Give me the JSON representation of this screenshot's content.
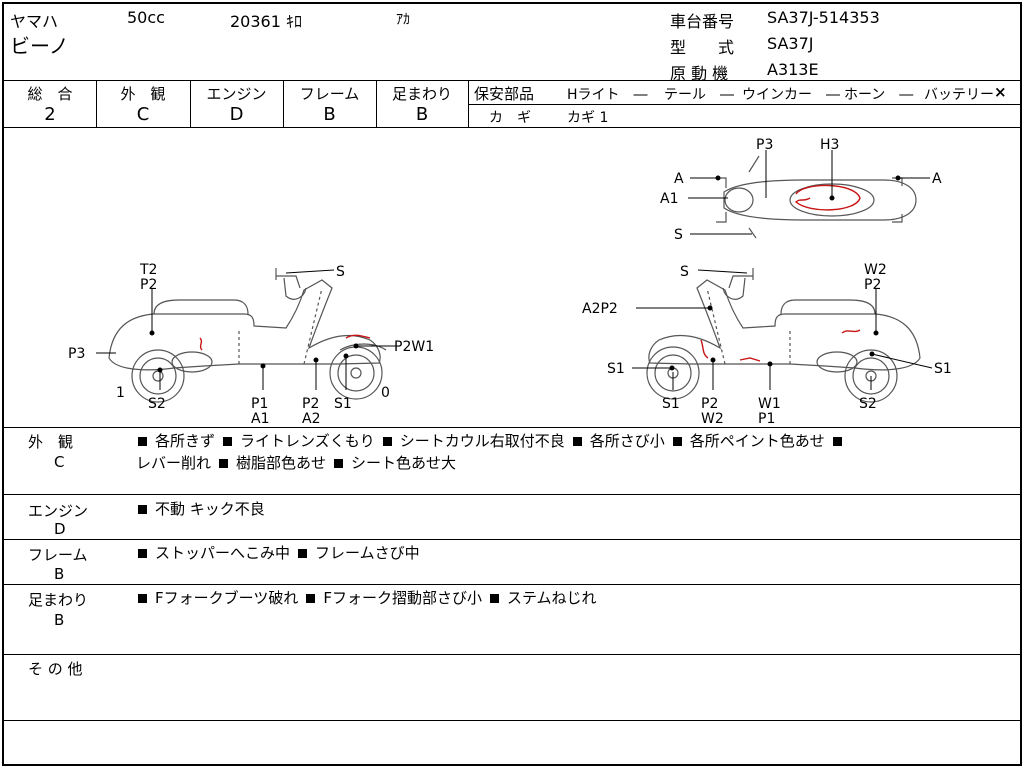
{
  "header": {
    "maker": "ヤマハ",
    "displacement": "50cc",
    "mileage": "20361 ｷﾛ",
    "color": "ｱｶ",
    "model_name": "ビーノ",
    "chassis_label": "車台番号",
    "chassis_value": "SA37J-514353",
    "type_label": "型　　式",
    "type_value": "SA37J",
    "engine_label": "原 動 機",
    "engine_value": "A313E"
  },
  "grades": {
    "total_label": "総　合",
    "total_value": "2",
    "exterior_label": "外　観",
    "exterior_value": "C",
    "engine_label": "エンジン",
    "engine_value": "D",
    "frame_label": "フレーム",
    "frame_value": "B",
    "suspension_label": "足まわり",
    "suspension_value": "B"
  },
  "safety": {
    "label": "保安部品",
    "headlight": "Hライト　―",
    "tail": "テール　―",
    "winker": "ウインカー　―",
    "horn": "ホーン　―",
    "battery": "バッテリー",
    "battery_mark": "×",
    "key_label": "カ　ギ",
    "key_value": "カギ 1"
  },
  "diagram": {
    "left": {
      "t2": "T2",
      "p2_top": "P2",
      "s_top": "S",
      "p3": "P3",
      "p2w1": "P2W1",
      "n1": "1",
      "s2": "S2",
      "p1": "P1",
      "a1": "A1",
      "p2_bot": "P2",
      "a2": "A2",
      "s1": "S1",
      "n0": "0"
    },
    "right": {
      "s_top": "S",
      "w2_top": "W2",
      "p2_top": "P2",
      "a2p2": "A2P2",
      "s1_left": "S1",
      "s1_right": "S1",
      "s1_bot": "S1",
      "p2_bot": "P2",
      "w2_bot": "W2",
      "w1": "W1",
      "p1": "P1",
      "s2": "S2"
    },
    "top": {
      "p3": "P3",
      "h3": "H3",
      "a_left": "A",
      "a_right": "A",
      "a1": "A1",
      "s": "S"
    }
  },
  "notes": {
    "exterior_label": "外　観",
    "exterior_grade": "C",
    "exterior_items": [
      "各所きず",
      "ライトレンズくもり",
      "シートカウル右取付不良",
      "各所さび小",
      "各所ペイント色あせ",
      "レバー削れ",
      "樹脂部色あせ",
      "シート色あせ大"
    ],
    "engine_label": "エンジン",
    "engine_grade": "D",
    "engine_items": [
      "不動",
      "キック不良"
    ],
    "frame_label": "フレーム",
    "frame_grade": "B",
    "frame_items": [
      "ストッパーへこみ中",
      "フレームさび中"
    ],
    "suspension_label": "足まわり",
    "suspension_grade": "B",
    "suspension_items": [
      "Fフォークブーツ破れ",
      "Fフォーク摺動部さび小",
      "ステムねじれ"
    ],
    "other_label": "そ の 他"
  }
}
